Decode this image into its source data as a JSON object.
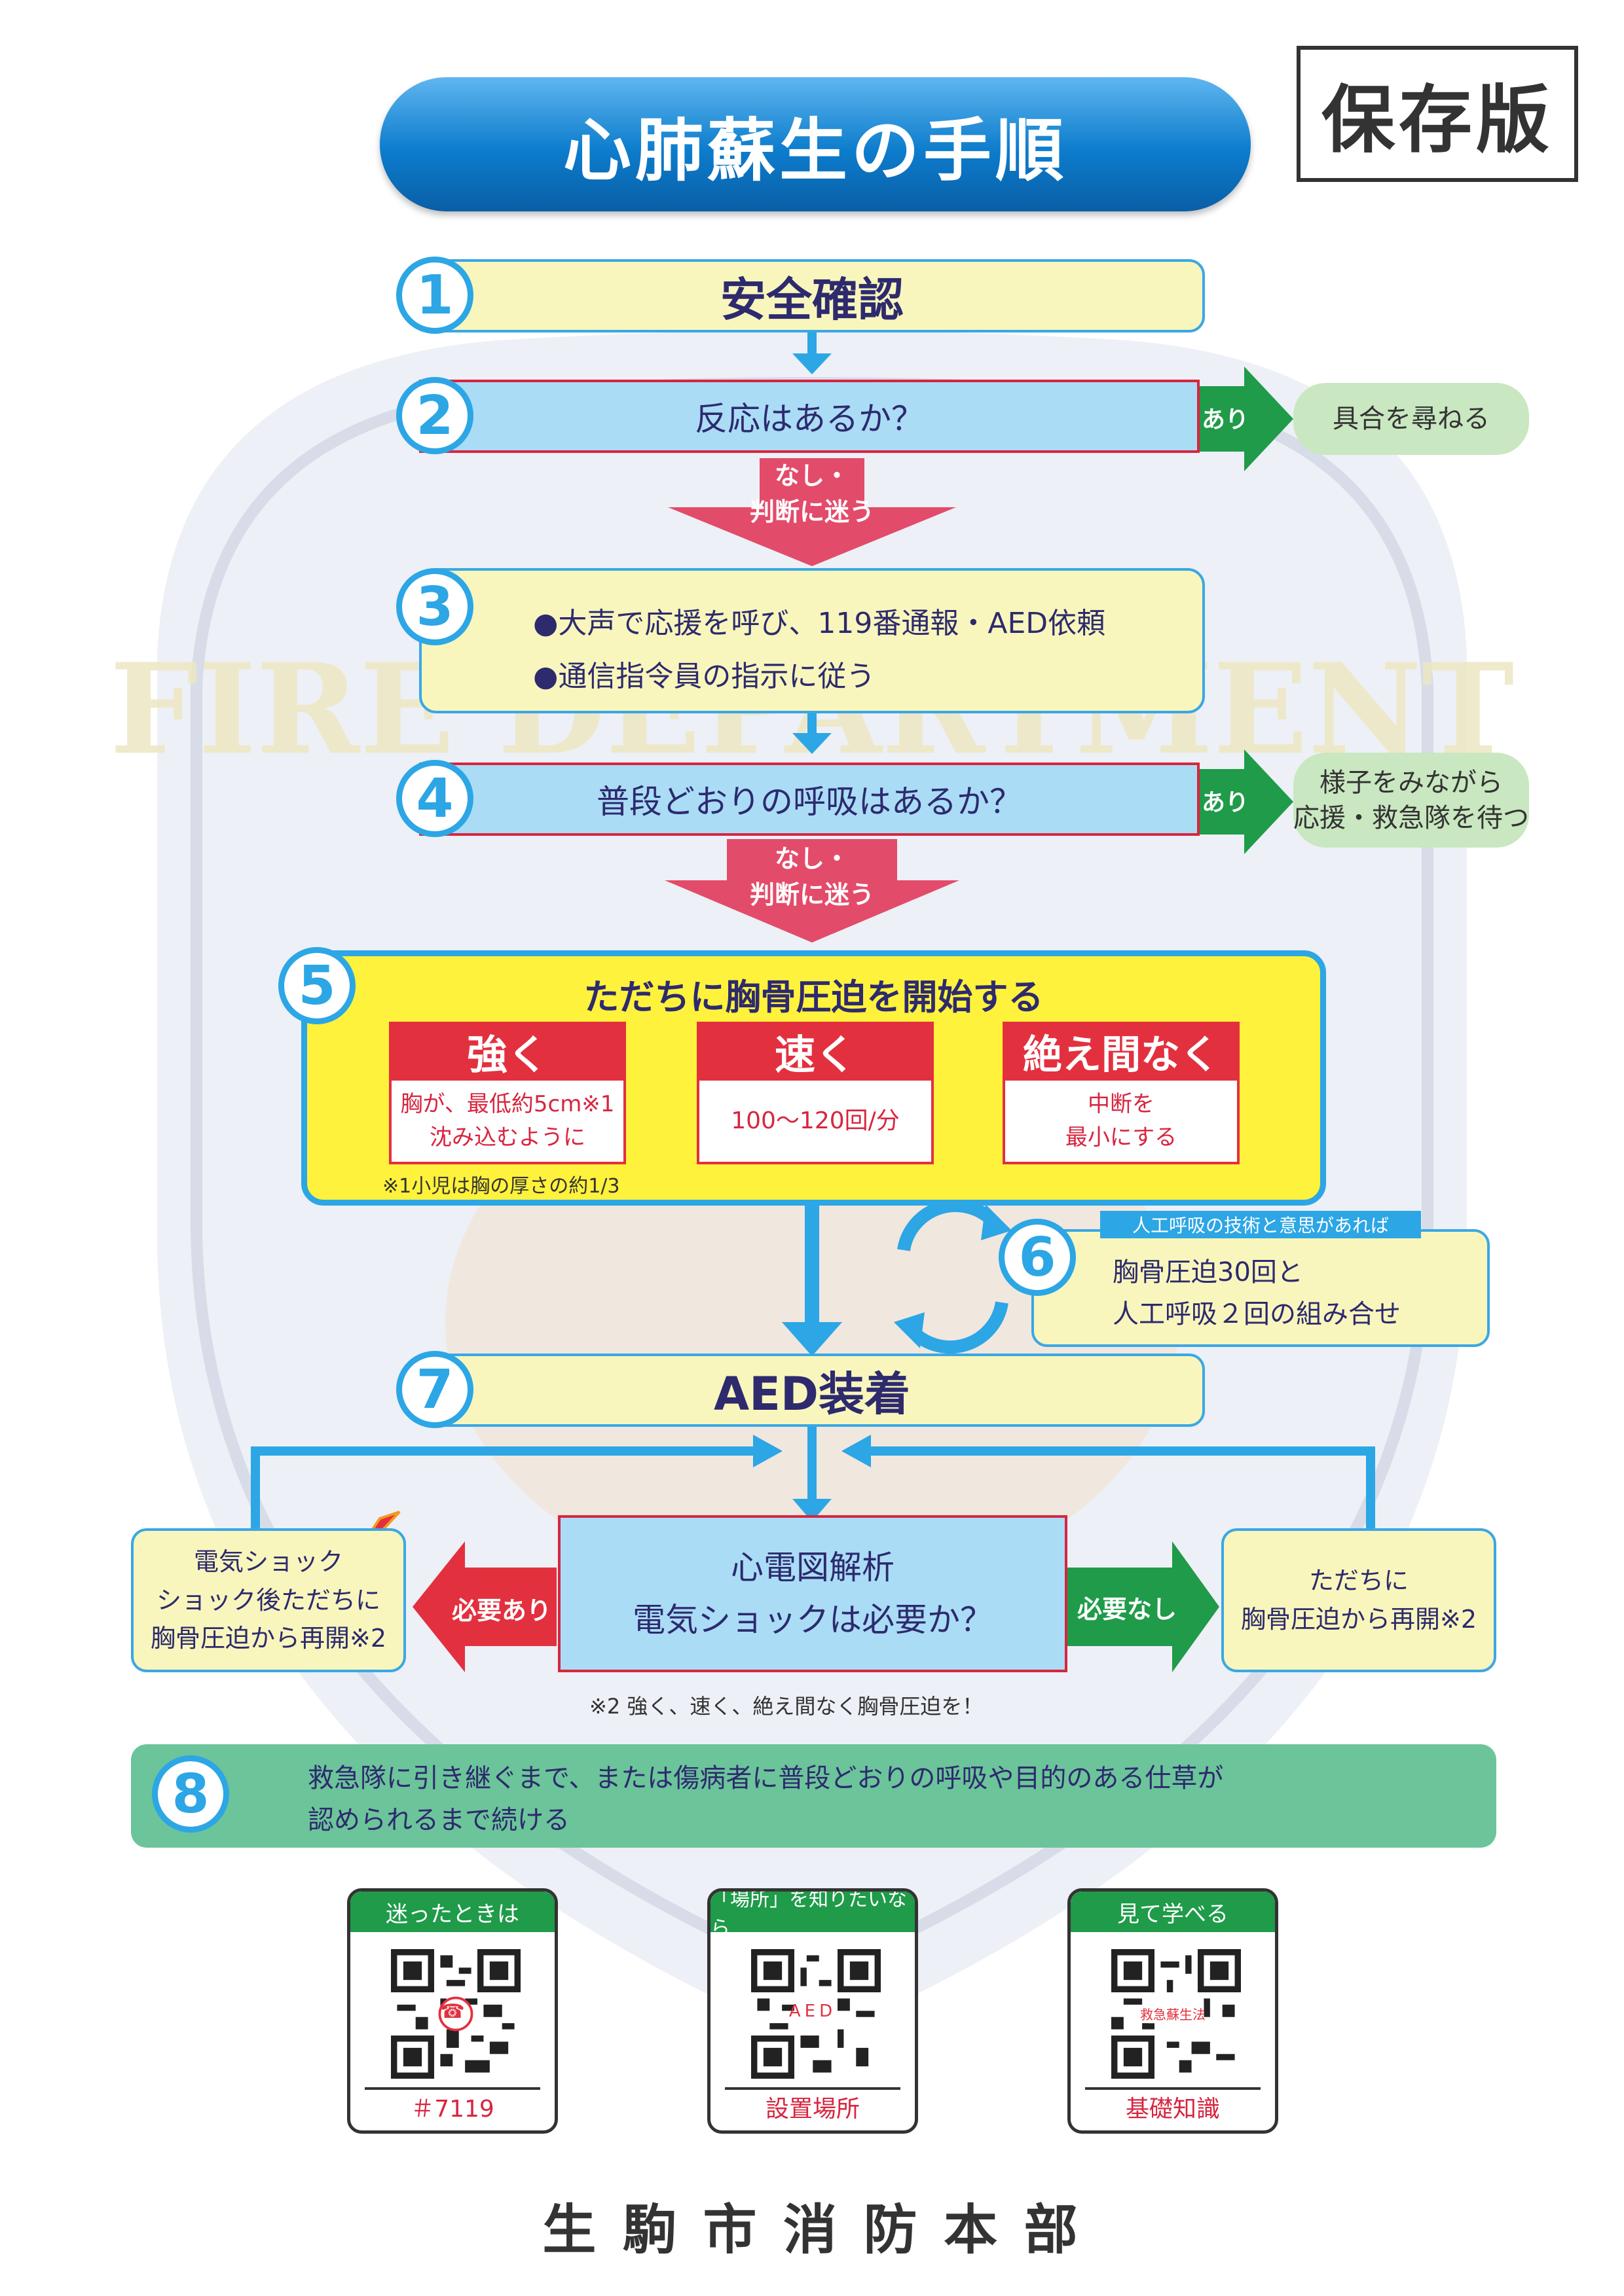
{
  "header": {
    "title": "心肺蘇生の手順",
    "stamp": "保存版"
  },
  "steps": [
    {
      "num": "1",
      "text": "安全確認"
    },
    {
      "num": "2",
      "text": "反応はあるか？",
      "yes_label": "あり",
      "yes_action": "具合を尋ねる",
      "no_label_1": "なし・",
      "no_label_2": "判断に迷う"
    },
    {
      "num": "3",
      "line1": "●大声で応援を呼び、119番通報・AED依頼",
      "line2": "●通信指令員の指示に従う"
    },
    {
      "num": "4",
      "text": "普段どおりの呼吸はあるか？",
      "yes_label": "あり",
      "yes_action_1": "様子をみながら",
      "yes_action_2": "応援・救急隊を待つ",
      "no_label_1": "なし・",
      "no_label_2": "判断に迷う"
    },
    {
      "num": "5",
      "title": "ただちに胸骨圧迫を開始する",
      "cards": [
        {
          "head": "強く",
          "body1": "胸が、最低約5cm※1",
          "body2": "沈み込むように"
        },
        {
          "head": "速く",
          "body1": "100〜120回/分",
          "body2": ""
        },
        {
          "head": "絶え間なく",
          "body1": "中断を",
          "body2": "最小にする"
        }
      ],
      "footnote": "※1小児は胸の厚さの約1/3"
    },
    {
      "num": "6",
      "tag": "人工呼吸の技術と意思があれば",
      "line1": "胸骨圧迫30回と",
      "line2": "人工呼吸２回の組み合せ"
    },
    {
      "num": "7",
      "text": "AED装着"
    }
  ],
  "analysis": {
    "line1": "心電図解析",
    "line2": "電気ショックは必要か？",
    "need_label": "必要あり",
    "no_need_label": "必要なし",
    "shock_line1": "電気ショック",
    "shock_line2": "ショック後ただちに",
    "shock_line3": "胸骨圧迫から再開※2",
    "resume_line1": "ただちに",
    "resume_line2": "胸骨圧迫から再開※2",
    "footnote": "※2 強く、速く、絶え間なく胸骨圧迫を！"
  },
  "step8": {
    "num": "8",
    "line1": "救急隊に引き継ぐまで、または傷病者に普段どおりの呼吸や目的のある仕草が",
    "line2": "認められるまで続ける"
  },
  "qr_cards": [
    {
      "head": "迷ったときは",
      "center": "☎",
      "foot": "＃7119"
    },
    {
      "head": "「場所」を知りたいなら",
      "center": "AED",
      "foot": "設置場所"
    },
    {
      "head": "見て学べる",
      "center": "救急蘇生法",
      "foot": "基礎知識"
    }
  ],
  "footer": {
    "org": "生 駒 市 消 防 本 部"
  },
  "colors": {
    "blue": "#2ca6e5",
    "red": "#e3303f",
    "green": "#1f9b49",
    "yellow": "#f8f6bc",
    "navy": "#2d2a6e"
  }
}
